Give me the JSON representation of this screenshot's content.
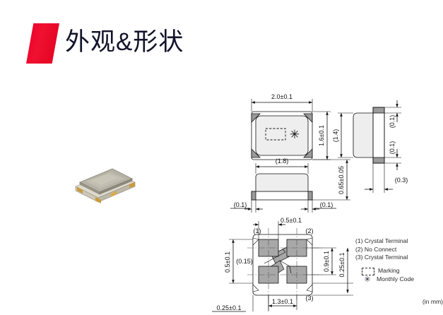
{
  "header": {
    "title": "外观&形状",
    "logo_name": "parallelogram-logo",
    "accent_color": "#e8002a"
  },
  "photo": {
    "caption": "",
    "alt_name": "smd-crystal-photo",
    "lid_color": "#b8b4a8",
    "base_color": "#e8e4da",
    "pad_color": "#c99a3c"
  },
  "drawing": {
    "unit_note": "(in mm)",
    "top_view": {
      "name": "top-view",
      "dim_width": "2.0±0.1",
      "dim_height": "1.6±0.1",
      "marking_label": "Marking",
      "monthly_code_glyph": "✳"
    },
    "front_view": {
      "name": "front-view",
      "dim_body_width": "(1.8)",
      "dim_total_height": "0.65±0.05",
      "dim_term_left": "(0.1)",
      "dim_term_right": "(0.1)"
    },
    "side_view": {
      "name": "side-view",
      "dim_width": "(1.4)",
      "dim_term_top": "(0.1)",
      "dim_term_bottom": "(0.1)",
      "dim_depth": "(0.3)"
    },
    "bottom_view": {
      "name": "bottom-pad-layout",
      "dim_pad_width": "0.5±0.1",
      "dim_pad_pitch_x": "1.3±0.1",
      "dim_pad_pitch_y": "0.9±0.1",
      "dim_pad_height": "0.5±0.1",
      "dim_edge_left": "0.25±0.1",
      "dim_edge_right": "0.25±0.1",
      "dim_trace_width": "(0.15)",
      "terminal_1": "(1)",
      "terminal_2": "(2)",
      "terminal_3": "(3)"
    }
  },
  "legend": {
    "terminals": [
      "(1) Crystal Terminal",
      "(2) No Connect",
      "(3) Crystal Terminal"
    ],
    "symbols": [
      {
        "glyph": "dashed-box",
        "label": "Marking"
      },
      {
        "glyph": "asterisk",
        "label": "Monthly Code"
      }
    ],
    "unit": "(in mm)"
  }
}
